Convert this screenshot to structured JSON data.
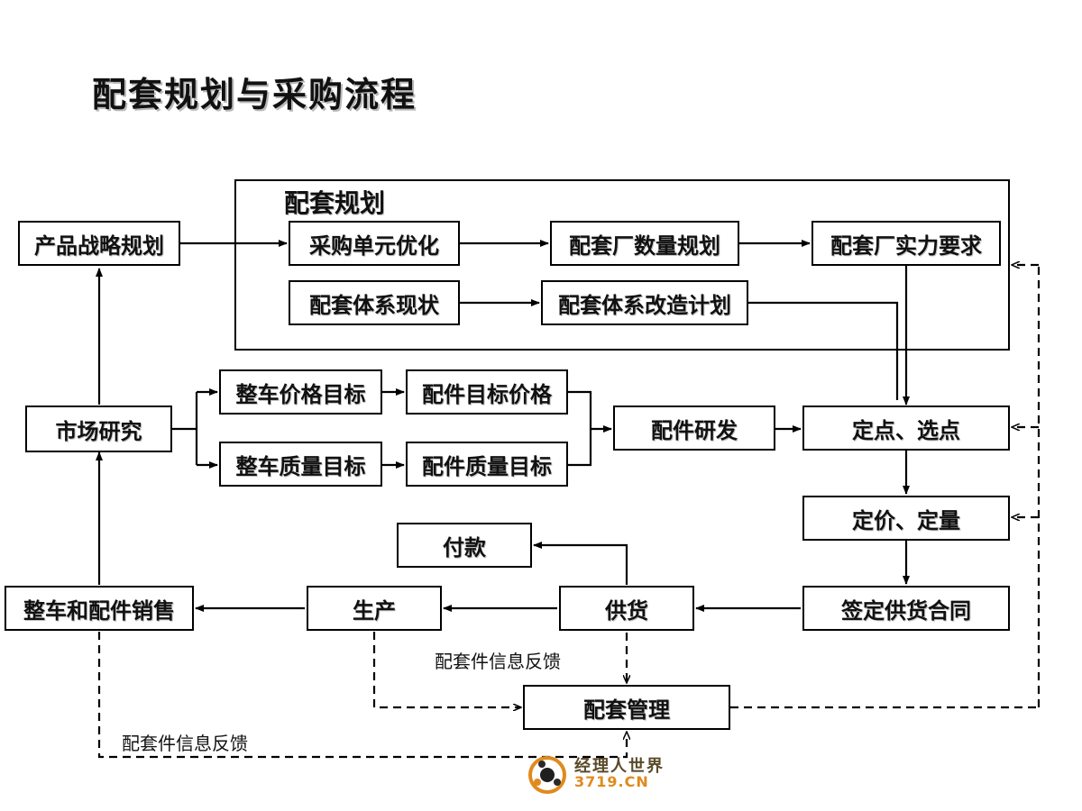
{
  "title": "配套规划与采购流程",
  "group": {
    "label": "配套规划"
  },
  "nodes": {
    "product_strategy": "产品战略规划",
    "purchase_unit": "采购单元优化",
    "supplier_count": "配套厂数量规划",
    "supplier_strength": "配套厂实力要求",
    "system_status": "配套体系现状",
    "system_reform": "配套体系改造计划",
    "market_research": "市场研究",
    "vehicle_price": "整车价格目标",
    "part_price": "配件目标价格",
    "vehicle_quality": "整车质量目标",
    "part_quality": "配件质量目标",
    "part_rd": "配件研发",
    "selection": "定点、选点",
    "pricing": "定价、定量",
    "contract": "签定供货合同",
    "payment": "付款",
    "supply": "供货",
    "production": "生产",
    "sales": "整车和配件销售",
    "management": "配套管理"
  },
  "notes": {
    "feedback_upper": "配套件信息反馈",
    "feedback_lower": "配套件信息反馈"
  },
  "logo": {
    "name_cn": "经理人世界",
    "domain": "3719.CN",
    "icon": "globe-logo-icon"
  },
  "colors": {
    "line": "#000000",
    "logo_accent": "#e08a1e"
  }
}
